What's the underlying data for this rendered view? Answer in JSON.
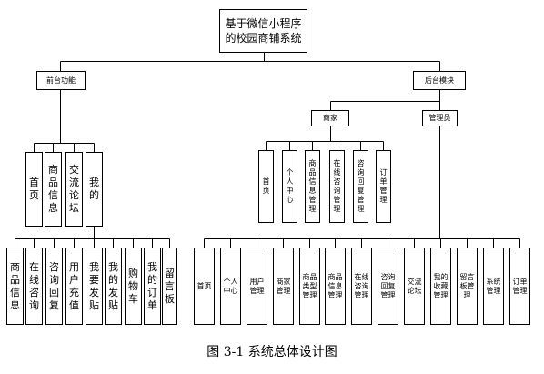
{
  "root": {
    "text": "基于微信小程序的校园商铺系统"
  },
  "front": {
    "label": "前台功能",
    "groups": [
      "首页",
      "商品信息",
      "交流论坛",
      "我的"
    ],
    "items": [
      "商品信息",
      "在线咨询",
      "咨询回复",
      "用户充值",
      "我要发贴",
      "我的发贴",
      "购物车",
      "我的订单",
      "留言板"
    ]
  },
  "back": {
    "label": "后台模块",
    "merchant": {
      "label": "商家",
      "items": [
        "首页",
        "个人中心",
        "商品信息管理",
        "在线咨询管理",
        "咨询回复管理",
        "订单管理"
      ]
    },
    "admin": {
      "label": "管理员",
      "items": [
        "首页",
        "个人中心",
        "用户管理",
        "商家管理",
        "商品类型管理",
        "商品信息管理",
        "在线咨询管理",
        "咨询回复管理",
        "交流论坛",
        "我的收藏管理",
        "留言板管理",
        "系统管理",
        "订单管理"
      ]
    }
  },
  "caption": "图 3-1  系统总体设计图"
}
